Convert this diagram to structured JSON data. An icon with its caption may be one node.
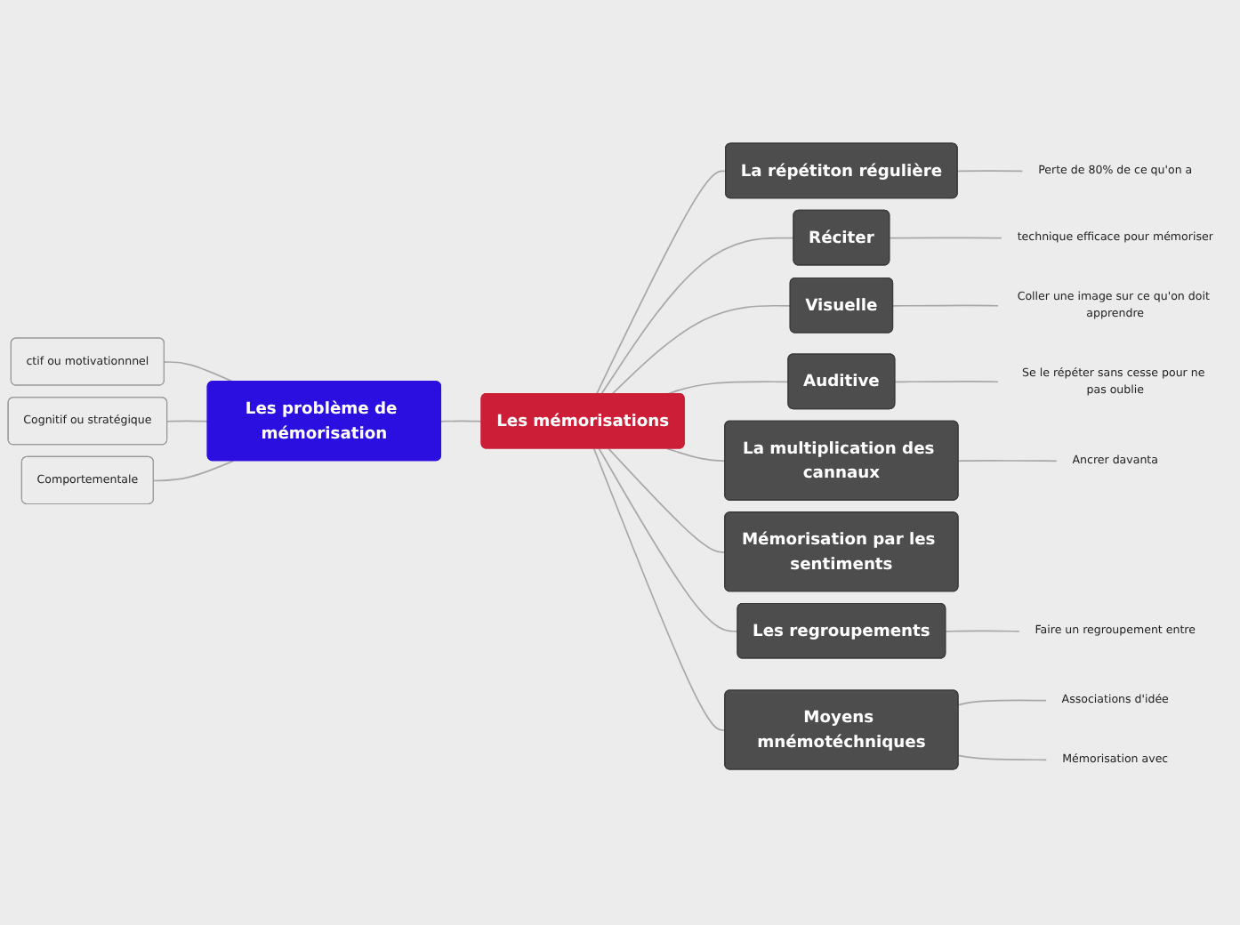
{
  "diagram": {
    "nodes": [
      {
        "text": [
          "Les problème de mémorisation"
        ]
      },
      {
        "text": [
          "ctif ou motivationnnel"
        ]
      },
      {
        "text": [
          "Cognitif ou stratégique"
        ]
      },
      {
        "text": [
          "Comportementale"
        ]
      },
      {
        "text": [
          "Les mémorisations"
        ]
      },
      {
        "text": [
          "La répétiton régulière"
        ]
      },
      {
        "text": [
          "Perte de 80% de ce qu'on a"
        ]
      },
      {
        "text": [
          "Réciter"
        ]
      },
      {
        "text": [
          "technique efficace pour mémoriser"
        ]
      },
      {
        "text": [
          "Visuelle"
        ]
      },
      {
        "text": [
          "Coller une image sur ce qu'on doit apprendre"
        ]
      },
      {
        "text": [
          "Auditive"
        ]
      },
      {
        "text": [
          "Se le répéter sans cesse pour ne pas oublie"
        ]
      },
      {
        "text": [
          "La multiplication des cannaux"
        ]
      },
      {
        "text": [
          "Ancrer davanta"
        ]
      },
      {
        "text": [
          "Mémorisation par les sentiments"
        ]
      },
      {
        "text": [
          "Les regroupements"
        ]
      },
      {
        "text": [
          "Faire un regroupement entre"
        ]
      },
      {
        "text": [
          "Moyens mnémotéchniques"
        ]
      },
      {
        "text": [
          "Associations d'idée"
        ]
      },
      {
        "text": [
          "Mémorisation avec"
        ]
      }
    ],
    "edges": [
      {
        "from": 4,
        "to": 0,
        "arrow": "none"
      },
      {
        "from": 0,
        "to": 1,
        "arrow": "none"
      },
      {
        "from": 0,
        "to": 2,
        "arrow": "none"
      },
      {
        "from": 0,
        "to": 3,
        "arrow": "none"
      },
      {
        "from": 4,
        "to": 5,
        "arrow": "none"
      },
      {
        "from": 5,
        "to": 6,
        "arrow": "none"
      },
      {
        "from": 4,
        "to": 7,
        "arrow": "none"
      },
      {
        "from": 7,
        "to": 8,
        "arrow": "none"
      },
      {
        "from": 4,
        "to": 9,
        "arrow": "none"
      },
      {
        "from": 9,
        "to": 10,
        "arrow": "none"
      },
      {
        "from": 4,
        "to": 11,
        "arrow": "none"
      },
      {
        "from": 11,
        "to": 12,
        "arrow": "none"
      },
      {
        "from": 4,
        "to": 13,
        "arrow": "none"
      },
      {
        "from": 13,
        "to": 14,
        "arrow": "none"
      },
      {
        "from": 4,
        "to": 15,
        "arrow": "none"
      },
      {
        "from": 4,
        "to": 16,
        "arrow": "none"
      },
      {
        "from": 16,
        "to": 17,
        "arrow": "none"
      },
      {
        "from": 4,
        "to": 18,
        "arrow": "none"
      },
      {
        "from": 18,
        "to": 19,
        "arrow": "none"
      },
      {
        "from": 18,
        "to": 20,
        "arrow": "none"
      }
    ]
  }
}
